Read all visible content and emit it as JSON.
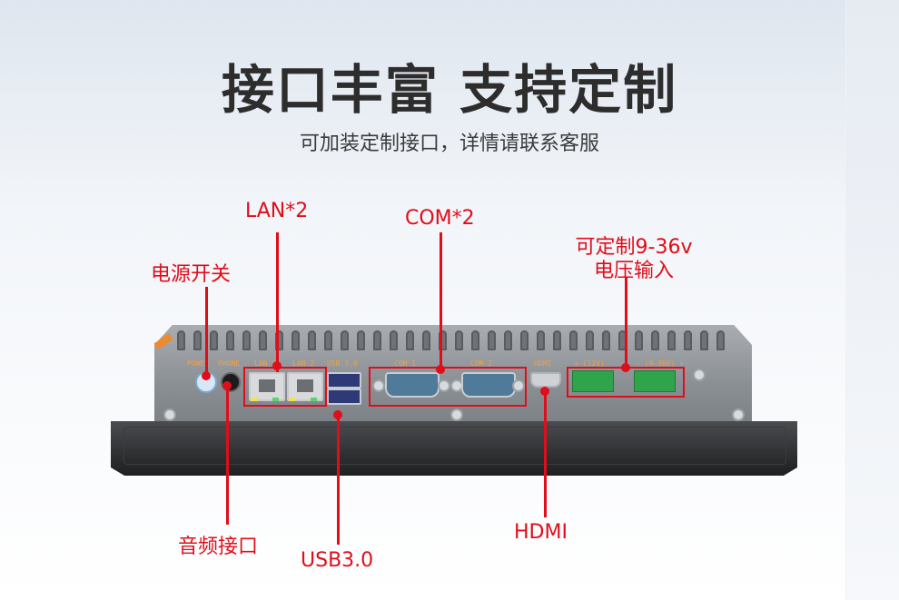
{
  "header": {
    "title": "接口丰富  支持定制",
    "subtitle": "可加装定制接口，详情请联系客服"
  },
  "callouts": {
    "power_switch": "电源开关",
    "lan": "LAN*2",
    "com": "COM*2",
    "power_input_line1": "可定制9-36v",
    "power_input_line2": "电压输入",
    "audio": "音频接口",
    "usb": "USB3.0",
    "hdmi": "HDMI"
  },
  "panel_print": {
    "power": "POWER",
    "phone": "PHONE",
    "lan1": "LAN 1",
    "lan2": "LAN 2",
    "usb": "USB 3.0",
    "com1": "COM 1",
    "com2": "COM 2",
    "hdmi": "HDMI",
    "dc12": "+ (12V) -",
    "dc936": "- (9-36V) +"
  },
  "colors": {
    "accent_red": "#e00d1a",
    "title_text": "#2d2d2d"
  }
}
